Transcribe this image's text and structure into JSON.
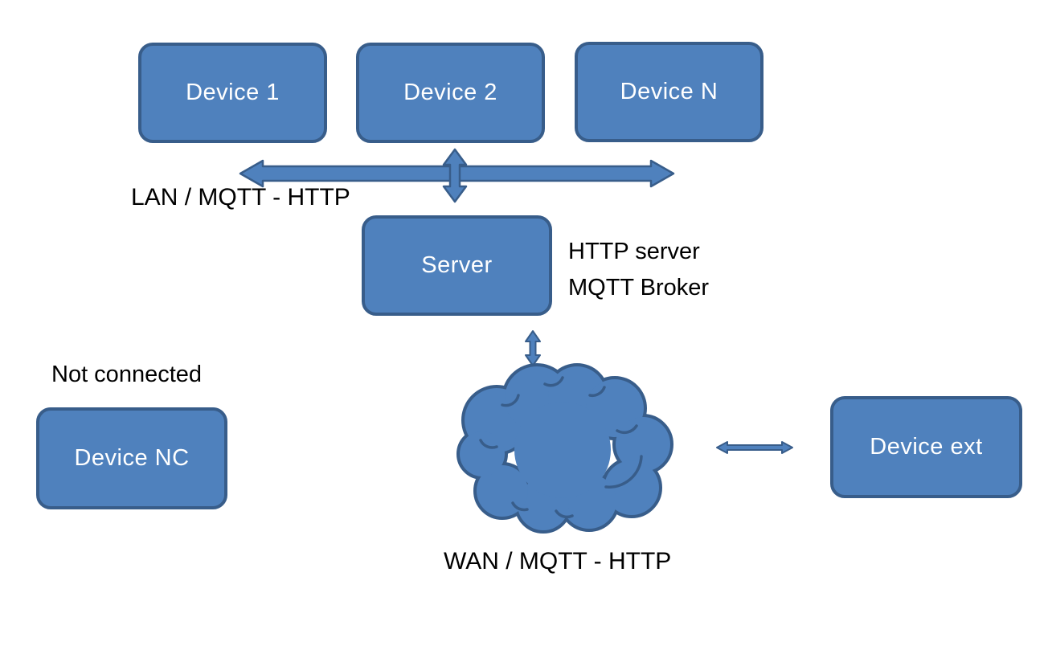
{
  "diagram": {
    "background_color": "#ffffff",
    "colors": {
      "node_fill": "#4f81bd",
      "node_border": "#385d8a",
      "arrow_fill": "#4f81bd",
      "arrow_border": "#385d8a",
      "node_text": "#ffffff",
      "label_text": "#000000"
    },
    "nodes": {
      "device_1": {
        "label": "Device 1"
      },
      "device_2": {
        "label": "Device 2"
      },
      "device_n": {
        "label": "Device N"
      },
      "server": {
        "label": "Server"
      },
      "device_nc": {
        "label": "Device NC"
      },
      "device_ext": {
        "label": "Device ext"
      }
    },
    "annotations": {
      "lan_label": "LAN / MQTT - HTTP",
      "server_note_line1": "HTTP server",
      "server_note_line2": "MQTT Broker",
      "not_connected_label": "Not connected",
      "wan_label": "WAN / MQTT - HTTP"
    },
    "connections": {
      "lan_bus": {
        "type": "double-arrow",
        "between": [
          "device_1",
          "device_2",
          "device_n"
        ]
      },
      "device2_to_bus": {
        "type": "double-arrow",
        "between": [
          "device_2",
          "lan_bus"
        ]
      },
      "server_to_wan": {
        "type": "double-arrow",
        "between": [
          "server",
          "wan_cloud"
        ]
      },
      "wan_to_ext": {
        "type": "double-arrow",
        "between": [
          "wan_cloud",
          "device_ext"
        ]
      }
    }
  }
}
